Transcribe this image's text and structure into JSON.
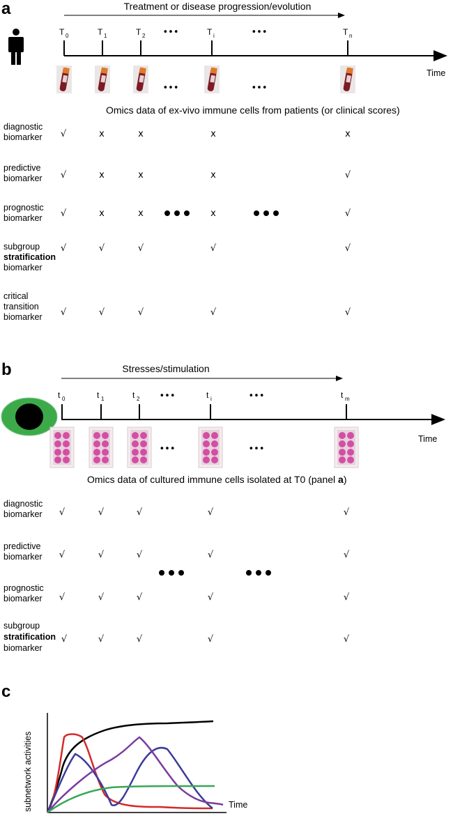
{
  "panel_a": {
    "letter": "a",
    "arrow_title": "Treatment or disease progression/evolution",
    "axis_label": "Time",
    "ticks": [
      {
        "main": "T",
        "sub": "0"
      },
      {
        "main": "T",
        "sub": "1"
      },
      {
        "main": "T",
        "sub": "2"
      },
      {
        "main": "T",
        "sub": "i"
      },
      {
        "main": "T",
        "sub": "n"
      }
    ],
    "ellipsis": "•••",
    "caption": "Omics data of ex-vivo immune cells from patients (or clinical scores)",
    "rows": [
      {
        "label": [
          "diagnostic",
          "biomarker"
        ],
        "marks": [
          "√",
          "x",
          "x",
          "x",
          "x"
        ]
      },
      {
        "label": [
          "predictive",
          "biomarker"
        ],
        "marks": [
          "√",
          "x",
          "x",
          "x",
          "√"
        ]
      },
      {
        "label": [
          "prognostic",
          "biomarker"
        ],
        "marks": [
          "√",
          "x",
          "x",
          "x",
          "√"
        ]
      },
      {
        "label": [
          "subgroup",
          "stratification",
          "biomarker"
        ],
        "marks": [
          "√",
          "√",
          "√",
          "√",
          "√"
        ]
      },
      {
        "label": [
          "critical",
          "transition",
          "biomarker"
        ],
        "marks": [
          "√",
          "√",
          "√",
          "√",
          "√"
        ]
      }
    ]
  },
  "panel_b": {
    "letter": "b",
    "arrow_title": "Stresses/stimulation",
    "axis_label": "Time",
    "ticks": [
      {
        "main": "t",
        "sub": "0"
      },
      {
        "main": "t",
        "sub": "1"
      },
      {
        "main": "t",
        "sub": "2"
      },
      {
        "main": "t",
        "sub": "i"
      },
      {
        "main": "t",
        "sub": "m"
      }
    ],
    "ellipsis": "•••",
    "caption_prefix": "Omics data of cultured immune cells isolated at T0 (panel ",
    "caption_bold": "a",
    "caption_suffix": ")",
    "rows": [
      {
        "label": [
          "diagnostic",
          "biomarker"
        ],
        "marks": [
          "√",
          "√",
          "√",
          "√",
          "√"
        ]
      },
      {
        "label": [
          "predictive",
          "biomarker"
        ],
        "marks": [
          "√",
          "√",
          "√",
          "√",
          "√"
        ]
      },
      {
        "label": [
          "prognostic",
          "biomarker"
        ],
        "marks": [
          "√",
          "√",
          "√",
          "√",
          "√"
        ]
      },
      {
        "label": [
          "subgroup",
          "stratification",
          "biomarker"
        ],
        "marks": [
          "√",
          "√",
          "√",
          "√",
          "√"
        ]
      }
    ]
  },
  "panel_c": {
    "letter": "c",
    "ylabel": "subnetwork activities",
    "xlabel": "Time"
  },
  "colors": {
    "line": "#000000",
    "red": "#d42a2a",
    "blue": "#3b3b9a",
    "purple": "#7a3d9e",
    "green": "#3aa655",
    "eye_green": "#3daa4a",
    "tube_red": "#8a1a22",
    "plate_pink": "#d94fa5"
  }
}
